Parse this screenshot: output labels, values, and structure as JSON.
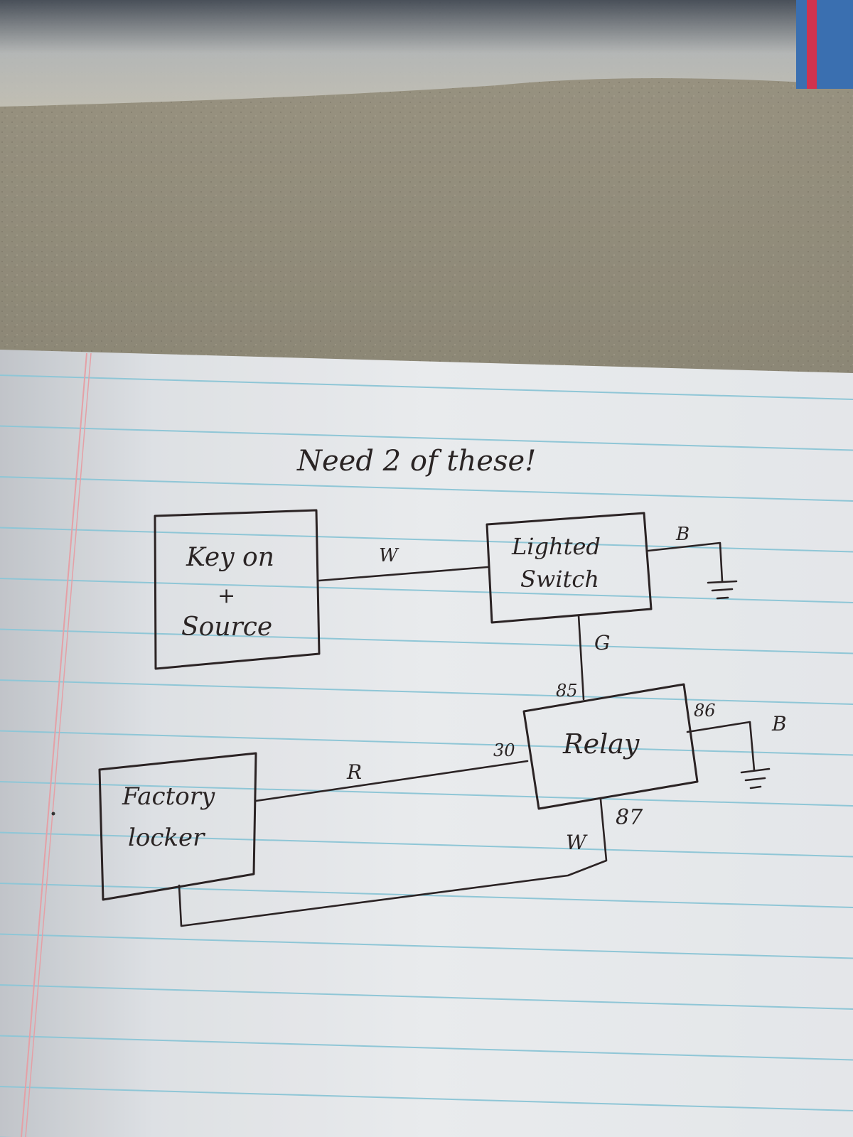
{
  "title": "Need 2 of these!",
  "components": {
    "key_source": {
      "line1": "Key on",
      "plus": "+",
      "line2": "Source"
    },
    "lighted_switch": {
      "line1": "Lighted",
      "line2": "Switch"
    },
    "relay": {
      "label": "Relay",
      "pin_85": "85",
      "pin_86": "86",
      "pin_30": "30",
      "pin_87": "87"
    },
    "factory_locker": {
      "line1": "Factory",
      "line2": "locker"
    }
  },
  "wires": {
    "key_to_switch": "W",
    "switch_ground": "B",
    "switch_to_relay": "G",
    "relay_ground": "B",
    "locker_to_relay": "R",
    "relay_to_locker": "W"
  },
  "colors": {
    "ink": "#2b2324",
    "paper": "#f4f6f8",
    "rule": "#8fc6d6",
    "margin": "#e5a0a6",
    "counter": "#8f8a7a"
  }
}
